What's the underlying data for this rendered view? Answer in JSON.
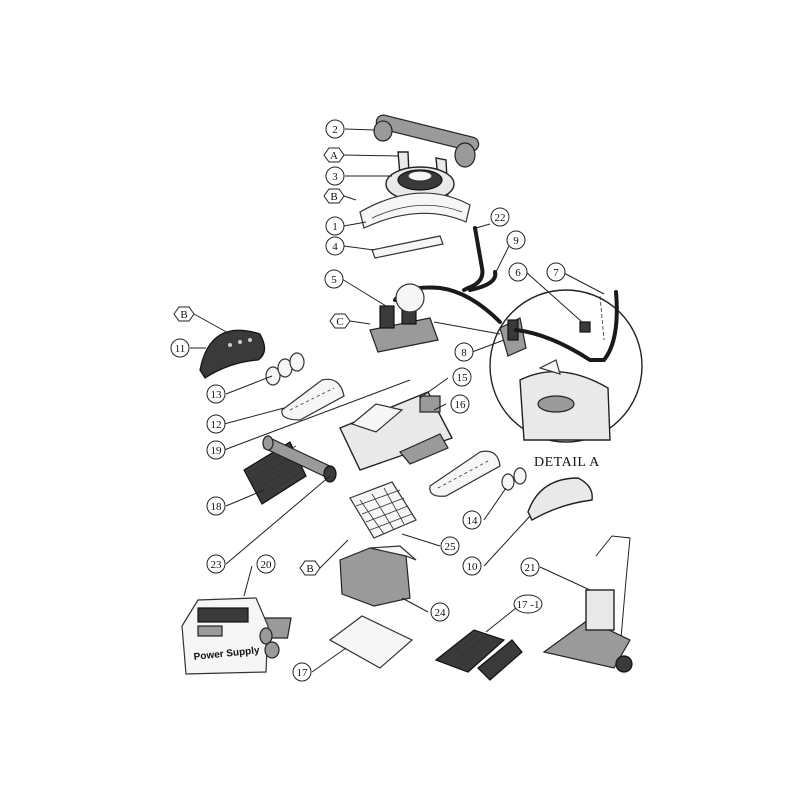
{
  "callouts": [
    {
      "label": "2",
      "shape": "circle"
    },
    {
      "label": "A",
      "shape": "hex"
    },
    {
      "label": "3",
      "shape": "circle"
    },
    {
      "label": "B",
      "shape": "hex"
    },
    {
      "label": "1",
      "shape": "circle"
    },
    {
      "label": "4",
      "shape": "circle"
    },
    {
      "label": "22",
      "shape": "circle"
    },
    {
      "label": "9",
      "shape": "circle"
    },
    {
      "label": "5",
      "shape": "circle"
    },
    {
      "label": "6",
      "shape": "circle"
    },
    {
      "label": "7",
      "shape": "circle"
    },
    {
      "label": "C",
      "shape": "hex"
    },
    {
      "label": "B",
      "shape": "hex"
    },
    {
      "label": "11",
      "shape": "circle"
    },
    {
      "label": "8",
      "shape": "circle"
    },
    {
      "label": "13",
      "shape": "circle"
    },
    {
      "label": "15",
      "shape": "circle"
    },
    {
      "label": "12",
      "shape": "circle"
    },
    {
      "label": "16",
      "shape": "circle"
    },
    {
      "label": "19",
      "shape": "circle"
    },
    {
      "label": "18",
      "shape": "circle"
    },
    {
      "label": "14",
      "shape": "circle"
    },
    {
      "label": "25",
      "shape": "circle"
    },
    {
      "label": "23",
      "shape": "circle"
    },
    {
      "label": "20",
      "shape": "circle"
    },
    {
      "label": "B",
      "shape": "hex"
    },
    {
      "label": "10",
      "shape": "circle"
    },
    {
      "label": "21",
      "shape": "circle"
    },
    {
      "label": "24",
      "shape": "circle"
    },
    {
      "label": "17 -1",
      "shape": "circle"
    },
    {
      "label": "17",
      "shape": "circle"
    }
  ],
  "detail_label": "DETAIL A",
  "power_supply_label": "Power Supply"
}
